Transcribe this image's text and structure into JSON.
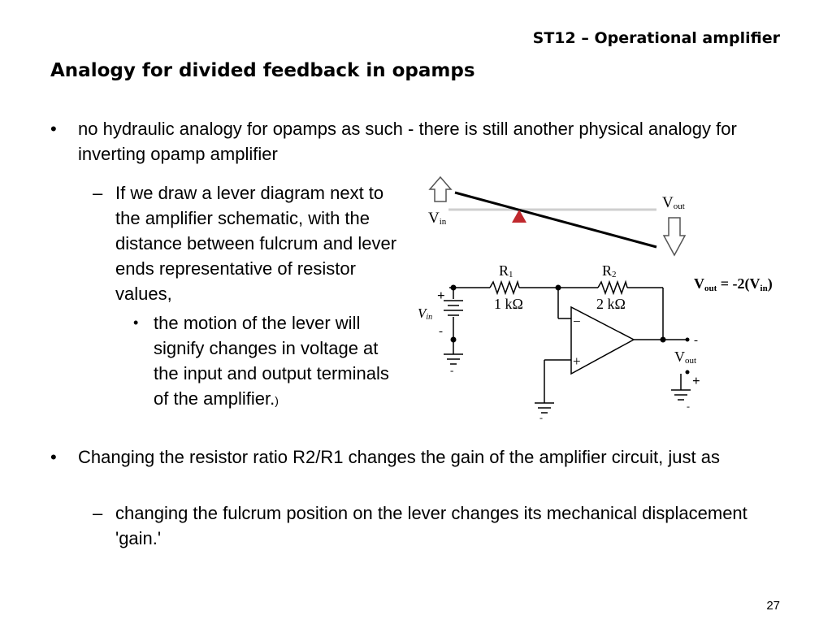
{
  "header": {
    "title": "ST12 – Operational amplifier"
  },
  "slide": {
    "title": "Analogy for divided feedback in opamps",
    "bullet_mark": "•",
    "dash_mark": "–",
    "bullet1": "no hydraulic analogy for opamps as such - there is still another physical analogy for inverting opamp amplifier",
    "sub1": "If we draw a lever diagram next to the amplifier schematic, with the distance between fulcrum and lever ends representative of resistor values,",
    "subsub1": "the motion of the lever will signify changes in voltage at the input and output terminals of the amplifier.",
    "subsub1_paren": ")",
    "bullet2": "Changing the resistor ratio R2/R1 changes the gain of the amplifier circuit, just as",
    "sub2": "changing the fulcrum position on the lever changes its mechanical displacement 'gain.'"
  },
  "diagram": {
    "vin_label": "V",
    "vin_sub": "in",
    "vout_label": "V",
    "vout_sub": "out",
    "r1_label": "R",
    "r1_sub": "1",
    "r1_value": "1 kΩ",
    "r2_label": "R",
    "r2_sub": "2",
    "r2_value": "2 kΩ",
    "equation_left": "V",
    "equation_left_sub": "out",
    "equation_mid": " = -2(V",
    "equation_mid_sub": "in",
    "equation_right": ")",
    "plus": "+",
    "minus": "-",
    "opamp_minus": "−",
    "opamp_plus": "+"
  },
  "footer": {
    "page_number": "27"
  }
}
